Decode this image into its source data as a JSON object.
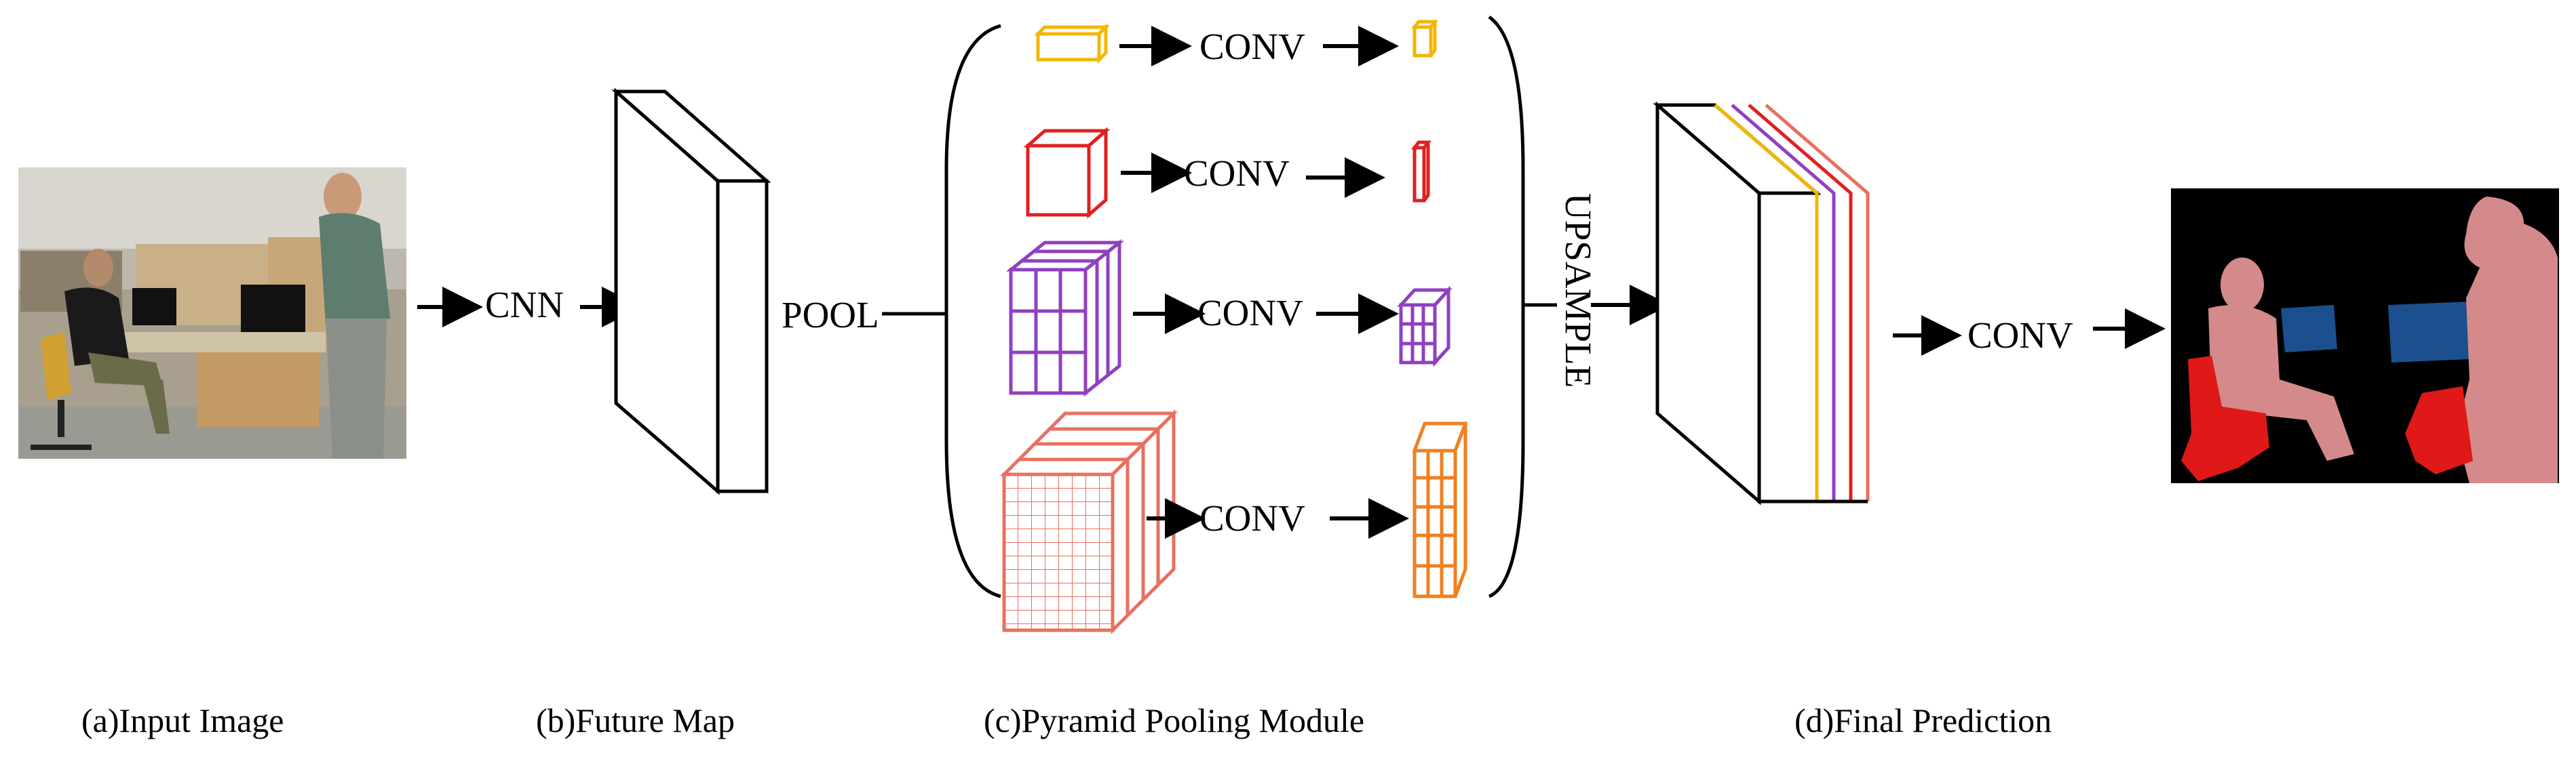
{
  "labels": {
    "cnn": "CNN",
    "pool": "POOL",
    "conv_1": "CONV",
    "conv_2": "CONV",
    "conv_3": "CONV",
    "conv_4": "CONV",
    "upsample": "UPSAMPLE",
    "conv_final": "CONV"
  },
  "captions": {
    "input_image": "(a)Input Image",
    "feature_map": "(b)Future Map",
    "ppm": "(c)Pyramid Pooling Module",
    "final_prediction": "(d)Final Prediction"
  },
  "colors": {
    "level_1": "#f2b705",
    "level_2": "#e02020",
    "level_3": "#9040c0",
    "level_4": "#e87060",
    "level_4_out": "#f08020",
    "seg_person": "#d48a8a",
    "seg_chair": "#e01818",
    "seg_monitor": "#1c4f8e",
    "seg_background": "#000000"
  }
}
